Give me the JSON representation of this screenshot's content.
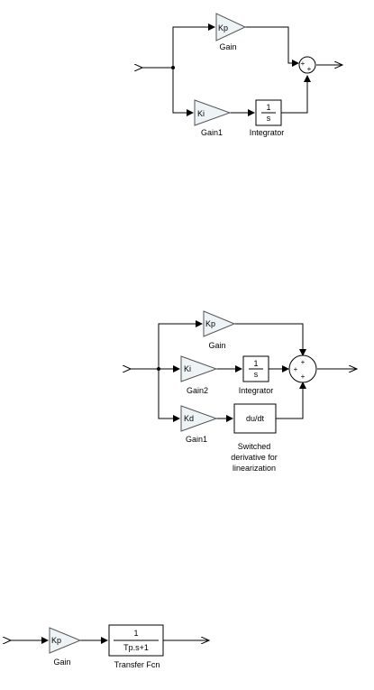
{
  "diagram1": {
    "gain": {
      "value": "Kp",
      "label": "Gain"
    },
    "gain1": {
      "value": "Ki",
      "label": "Gain1"
    },
    "integrator": {
      "num": "1",
      "den": "s",
      "label": "Integrator"
    },
    "sum": {
      "sign_top": "+",
      "sign_left": "+"
    }
  },
  "diagram2": {
    "gain": {
      "value": "Kp",
      "label": "Gain"
    },
    "gain2": {
      "value": "Ki",
      "label": "Gain2"
    },
    "gain1": {
      "value": "Kd",
      "label": "Gain1"
    },
    "integrator": {
      "num": "1",
      "den": "s",
      "label": "Integrator"
    },
    "derivative": {
      "value": "du/dt",
      "label_lines": [
        "Switched",
        "derivative for",
        "linearization"
      ]
    },
    "sum": {
      "sign_top": "+",
      "sign_left": "+",
      "sign_bottom": "+"
    }
  },
  "diagram3": {
    "gain": {
      "value": "Kp",
      "label": "Gain"
    },
    "transfer": {
      "num": "1",
      "den": "Tp.s+1",
      "label": "Transfer Fcn"
    }
  },
  "colors": {
    "gain_fill": "#eef3f6",
    "block_fill": "#ffffff",
    "line": "#000000"
  }
}
